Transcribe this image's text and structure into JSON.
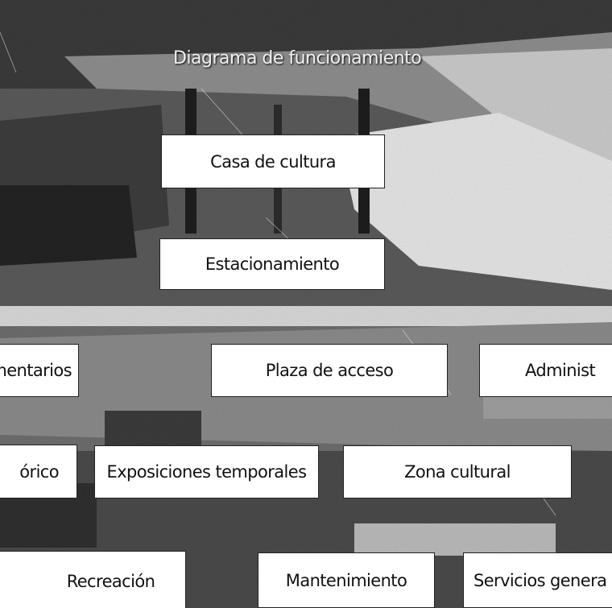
{
  "diagram": {
    "title": "Diagrama de funcionamiento",
    "nodes": [
      {
        "id": "casa",
        "label": "Casa de cultura"
      },
      {
        "id": "estacionamiento",
        "label": "Estacionamiento"
      },
      {
        "id": "complementarios",
        "label": "mentarios"
      },
      {
        "id": "plaza",
        "label": "Plaza de acceso"
      },
      {
        "id": "administracion",
        "label": "Administ"
      },
      {
        "id": "historico",
        "label": "órico"
      },
      {
        "id": "exposiciones",
        "label": "Exposiciones temporales"
      },
      {
        "id": "zona",
        "label": "Zona cultural"
      },
      {
        "id": "recreacion",
        "label": "Recreación"
      },
      {
        "id": "mantenimiento",
        "label": "Mantenimiento"
      },
      {
        "id": "servicios",
        "label": "Servicios genera"
      }
    ]
  }
}
